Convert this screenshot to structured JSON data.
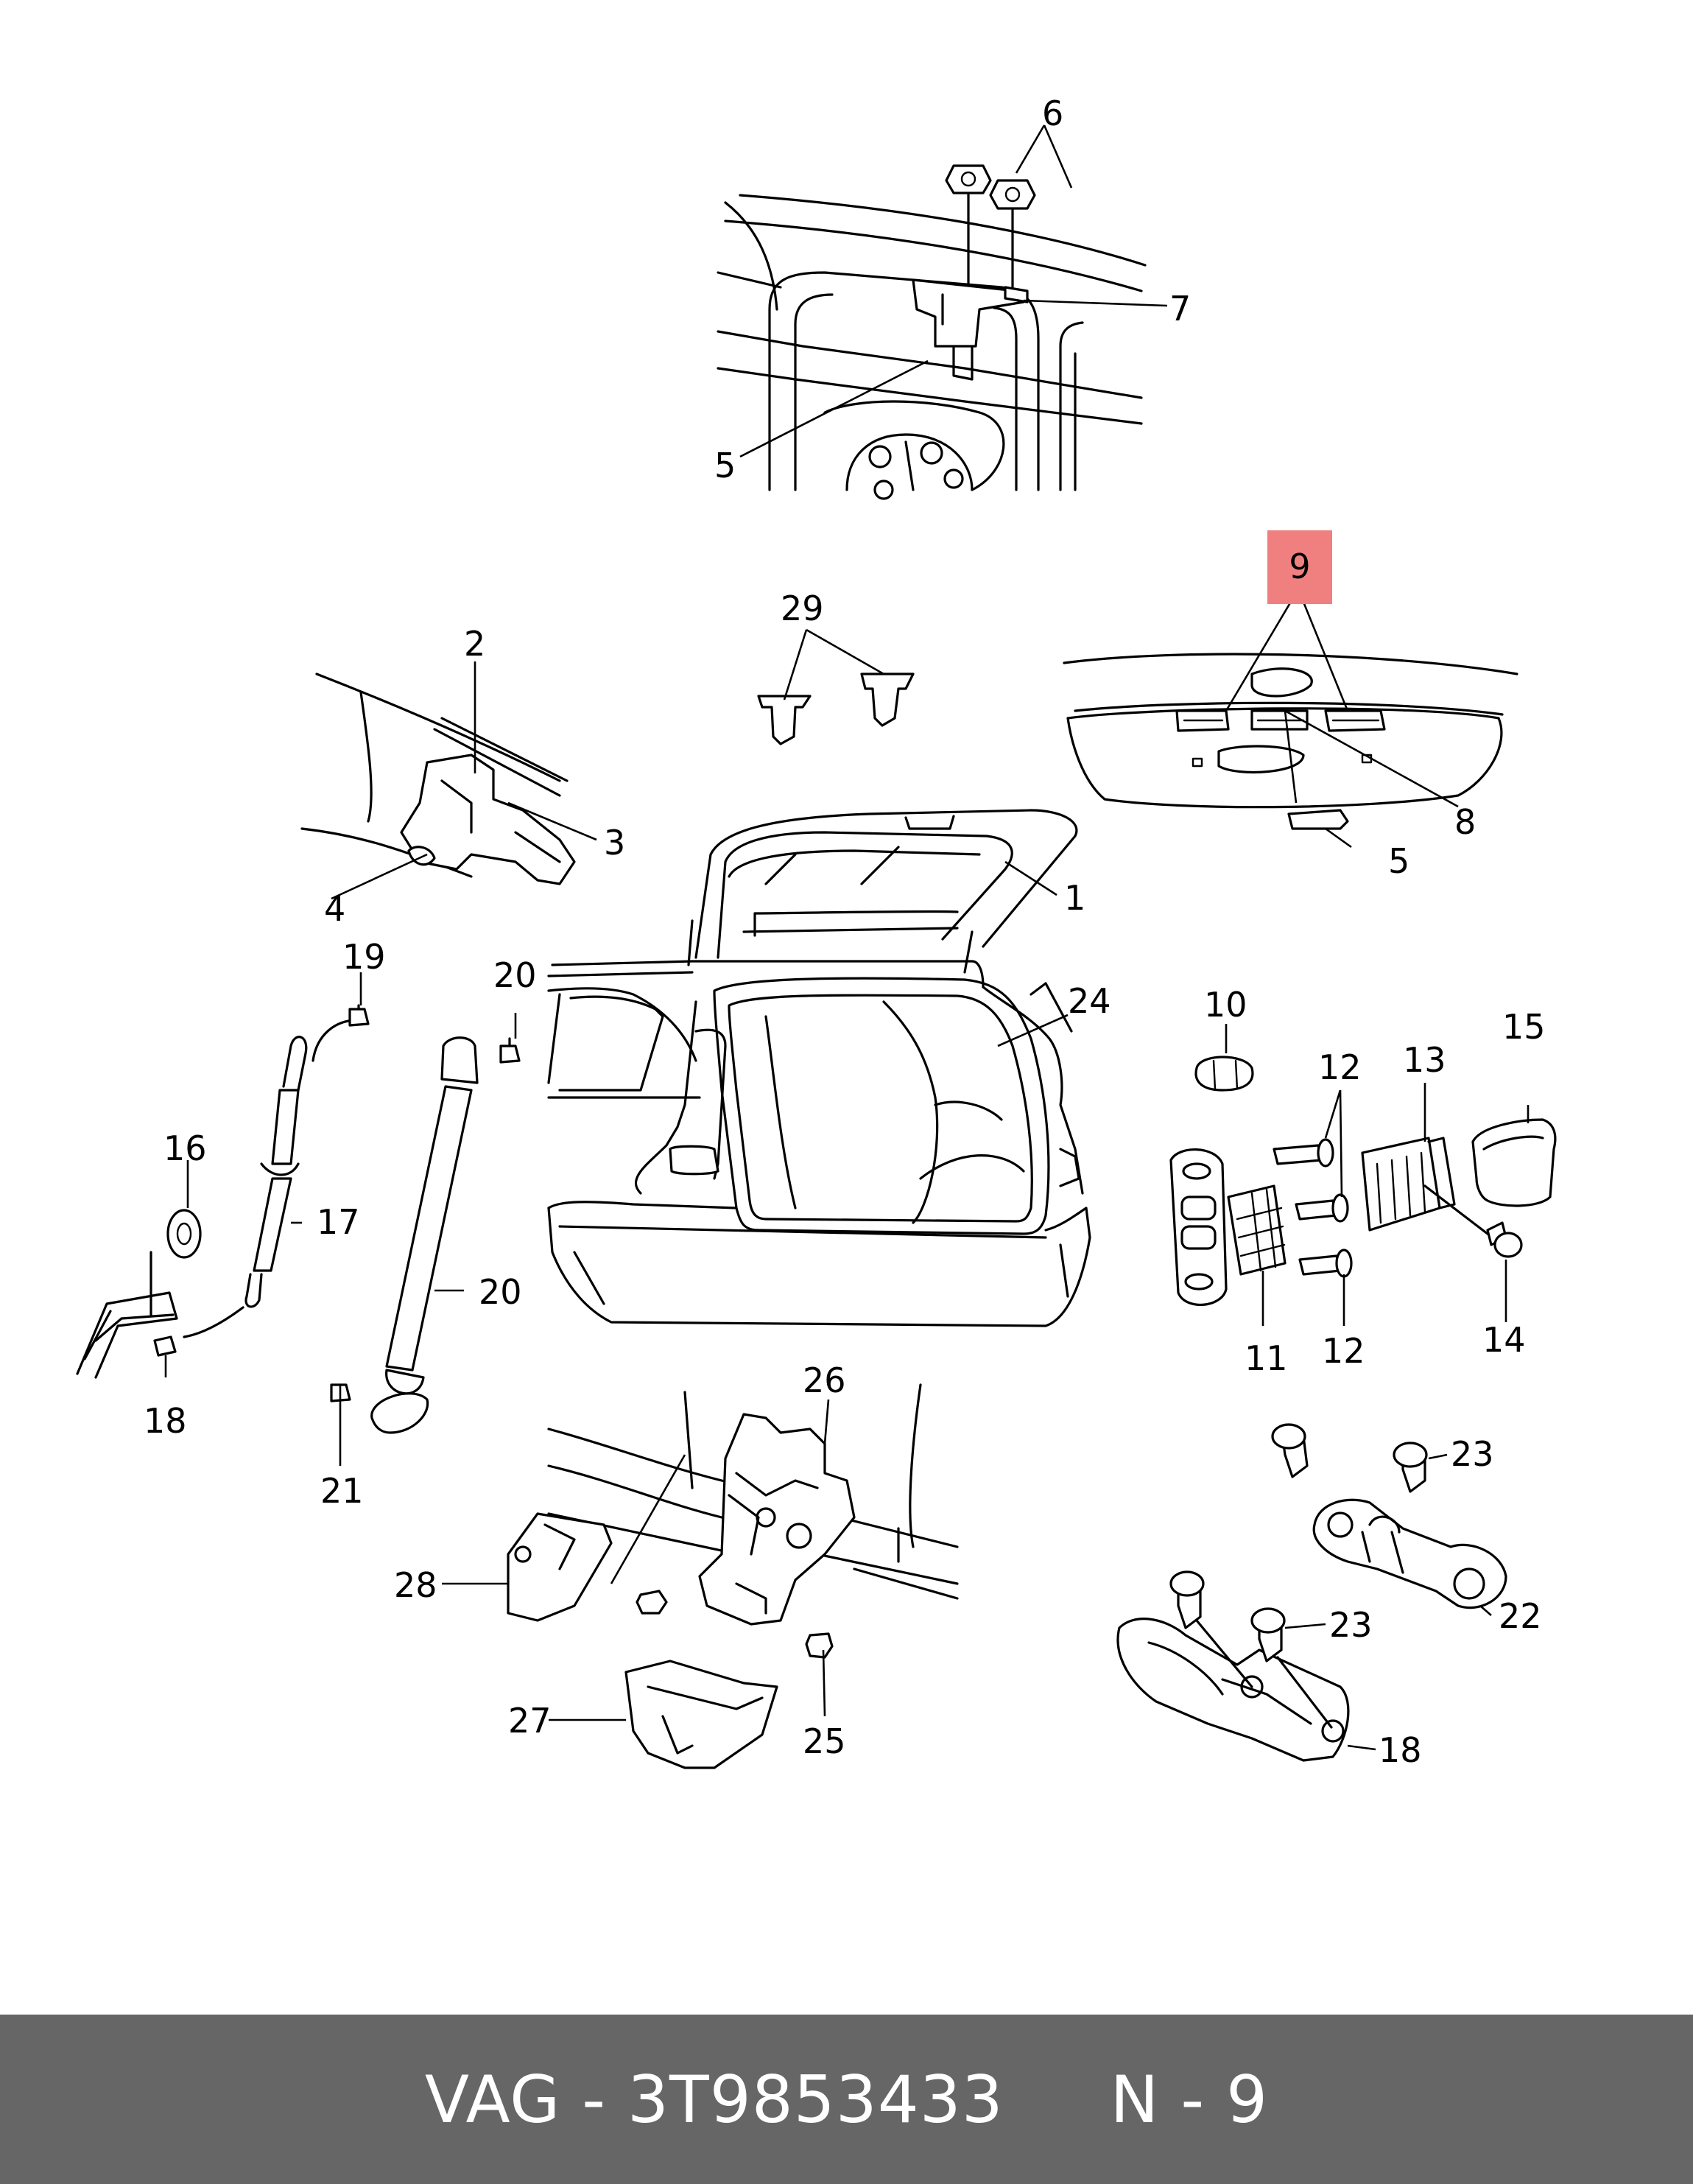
{
  "diagram": {
    "highlight_color": "#f08080",
    "highlighted_callout": "9",
    "callouts": [
      {
        "id": "c1",
        "label": "1"
      },
      {
        "id": "c2",
        "label": "2"
      },
      {
        "id": "c3",
        "label": "3"
      },
      {
        "id": "c4",
        "label": "4"
      },
      {
        "id": "c5a",
        "label": "5"
      },
      {
        "id": "c5b",
        "label": "5"
      },
      {
        "id": "c6",
        "label": "6"
      },
      {
        "id": "c7",
        "label": "7"
      },
      {
        "id": "c8",
        "label": "8"
      },
      {
        "id": "c9",
        "label": "9"
      },
      {
        "id": "c10",
        "label": "10"
      },
      {
        "id": "c11",
        "label": "11"
      },
      {
        "id": "c12a",
        "label": "12"
      },
      {
        "id": "c12b",
        "label": "12"
      },
      {
        "id": "c13",
        "label": "13"
      },
      {
        "id": "c14",
        "label": "14"
      },
      {
        "id": "c15",
        "label": "15"
      },
      {
        "id": "c16",
        "label": "16"
      },
      {
        "id": "c17",
        "label": "17"
      },
      {
        "id": "c18a",
        "label": "18"
      },
      {
        "id": "c18b",
        "label": "18"
      },
      {
        "id": "c19",
        "label": "19"
      },
      {
        "id": "c20a",
        "label": "20"
      },
      {
        "id": "c20b",
        "label": "20"
      },
      {
        "id": "c21",
        "label": "21"
      },
      {
        "id": "c22",
        "label": "22"
      },
      {
        "id": "c23a",
        "label": "23"
      },
      {
        "id": "c23b",
        "label": "23"
      },
      {
        "id": "c24",
        "label": "24"
      },
      {
        "id": "c25",
        "label": "25"
      },
      {
        "id": "c26",
        "label": "26"
      },
      {
        "id": "c27",
        "label": "27"
      },
      {
        "id": "c28",
        "label": "28"
      },
      {
        "id": "c29",
        "label": "29"
      }
    ]
  },
  "footer": {
    "text": "VAG - 3T9853433     N - 9",
    "background": "#666666",
    "color": "#ffffff"
  }
}
